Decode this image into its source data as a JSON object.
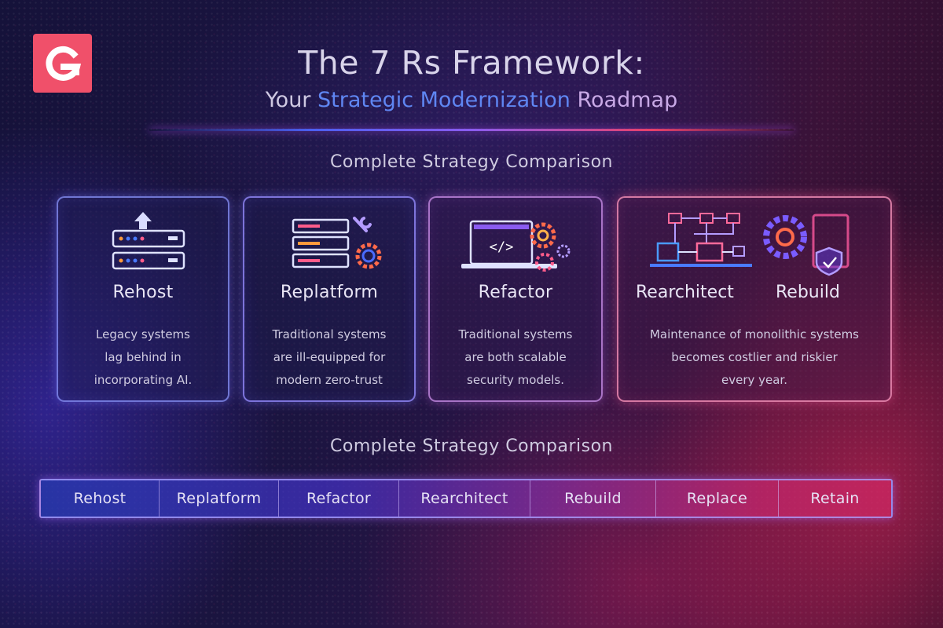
{
  "colors": {
    "logo_bg": "#f0506a",
    "accent_blue": "#5f86f2",
    "accent_pink": "#e8406a",
    "accent_purple": "#8a5cf0"
  },
  "header": {
    "logo_icon": "g-logo-icon",
    "title": "The 7 Rs Framework:",
    "subtitle_prefix": "Your ",
    "subtitle_highlight": "Strategic Modernization",
    "subtitle_suffix": " Roadmap"
  },
  "cards_section": {
    "heading": "Complete Strategy Comparison",
    "cards": [
      {
        "icon": "server-upload-icon",
        "title": "Rehost",
        "lines": [
          "Legacy systems",
          "lag behind in",
          "incorporating AI."
        ]
      },
      {
        "icon": "server-wrench-gear-icon",
        "title": "Replatform",
        "lines": [
          "Traditional systems",
          "are ill-equipped for",
          "modern zero-trust"
        ]
      },
      {
        "icon": "code-laptop-gears-icon",
        "title": "Refactor",
        "lines": [
          "Traditional systems",
          "are both scalable",
          "security models."
        ]
      },
      {
        "icon": "architecture-shield-icon",
        "title_left": "Rearchitect",
        "title_right": "Rebuild",
        "lines": [
          "Maintenance of monolithic systems",
          "becomes costlier and riskier",
          "every year."
        ]
      }
    ]
  },
  "strategy_bar": {
    "heading": "Complete Strategy Comparison",
    "items": [
      "Rehost",
      "Replatform",
      "Refactor",
      "Rearchitect",
      "Rebuild",
      "Replace",
      "Retain"
    ]
  }
}
